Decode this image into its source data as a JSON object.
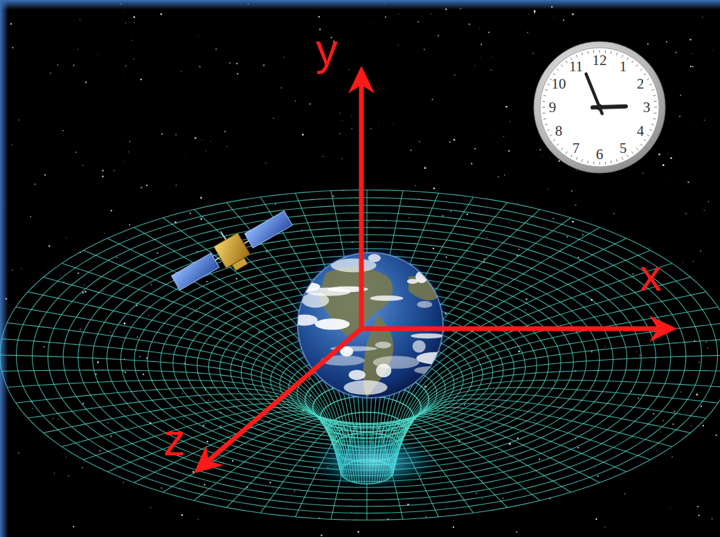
{
  "diagram": {
    "labels": [
      "y",
      "x",
      "z",
      "12",
      "1",
      "2",
      "3",
      "4",
      "5",
      "6",
      "7",
      "8",
      "9",
      "10",
      "11"
    ]
  }
}
